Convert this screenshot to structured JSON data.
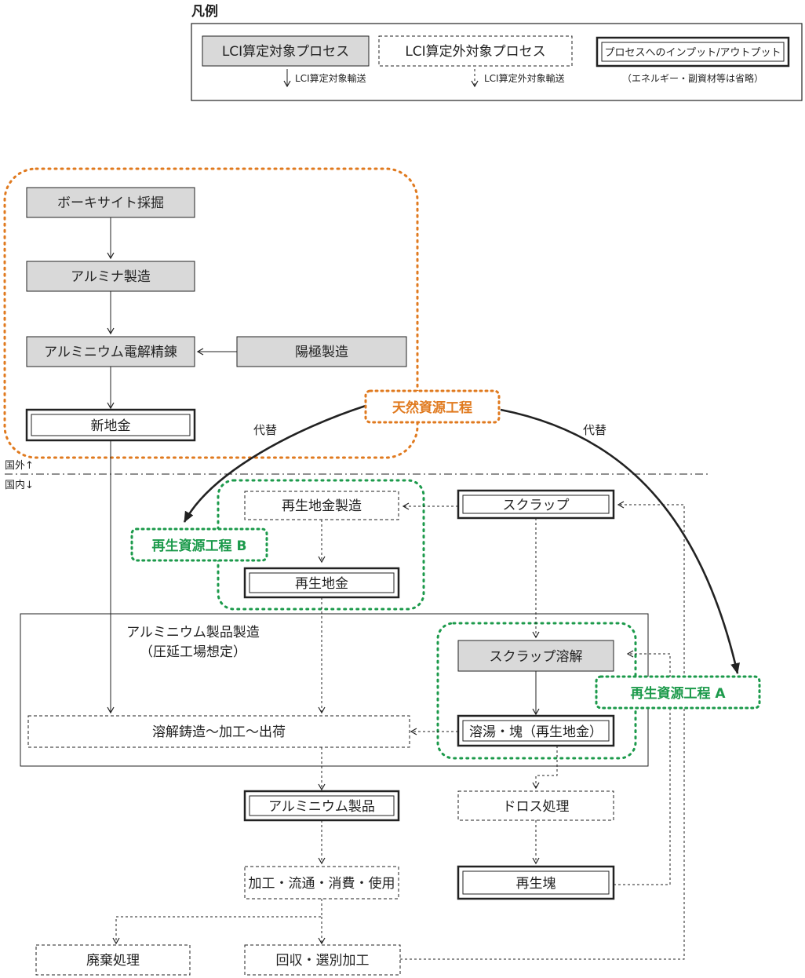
{
  "legend": {
    "title": "凡例",
    "lci_process": "LCI算定対象プロセス",
    "non_lci_process": "LCI算定外対象プロセス",
    "io_process": "プロセスへのインプット/アウトプット",
    "lci_transport": "LCI算定対象輸送",
    "non_lci_transport": "LCI算定外対象輸送",
    "omitted_note": "（エネルギー・副資材等は省略）"
  },
  "processes": {
    "bauxite": "ボーキサイト採掘",
    "alumina": "アルミナ製造",
    "electrolysis": "アルミニウム電解精錬",
    "anode": "陽極製造",
    "primary_ingot": "新地金",
    "secondary_ingot_mfg": "再生地金製造",
    "scrap": "スクラップ",
    "secondary_ingot": "再生地金",
    "product_mfg_line1": "アルミニウム製品製造",
    "product_mfg_line2": "（圧延工場想定）",
    "scrap_melting": "スクラップ溶解",
    "casting": "溶解鋳造～加工～出荷",
    "molten": "溶湯・塊（再生地金）",
    "al_product": "アルミニウム製品",
    "dross": "ドロス処理",
    "use": "加工・流通・消費・使用",
    "recycled_lump": "再生塊",
    "waste": "廃棄処理",
    "collection": "回収・選別加工"
  },
  "labels": {
    "abroad": "国外↑",
    "domestic": "国内↓",
    "substitute_left": "代替",
    "substitute_right": "代替"
  },
  "groups": {
    "natural": "天然資源工程",
    "recycle_b": "再生資源工程 B",
    "recycle_a": "再生資源工程 A"
  },
  "colors": {
    "lci_fill": "#d9d9d9",
    "natural_accent": "#e07a1f",
    "recycle_accent": "#1c9a4b",
    "line": "#222222"
  }
}
